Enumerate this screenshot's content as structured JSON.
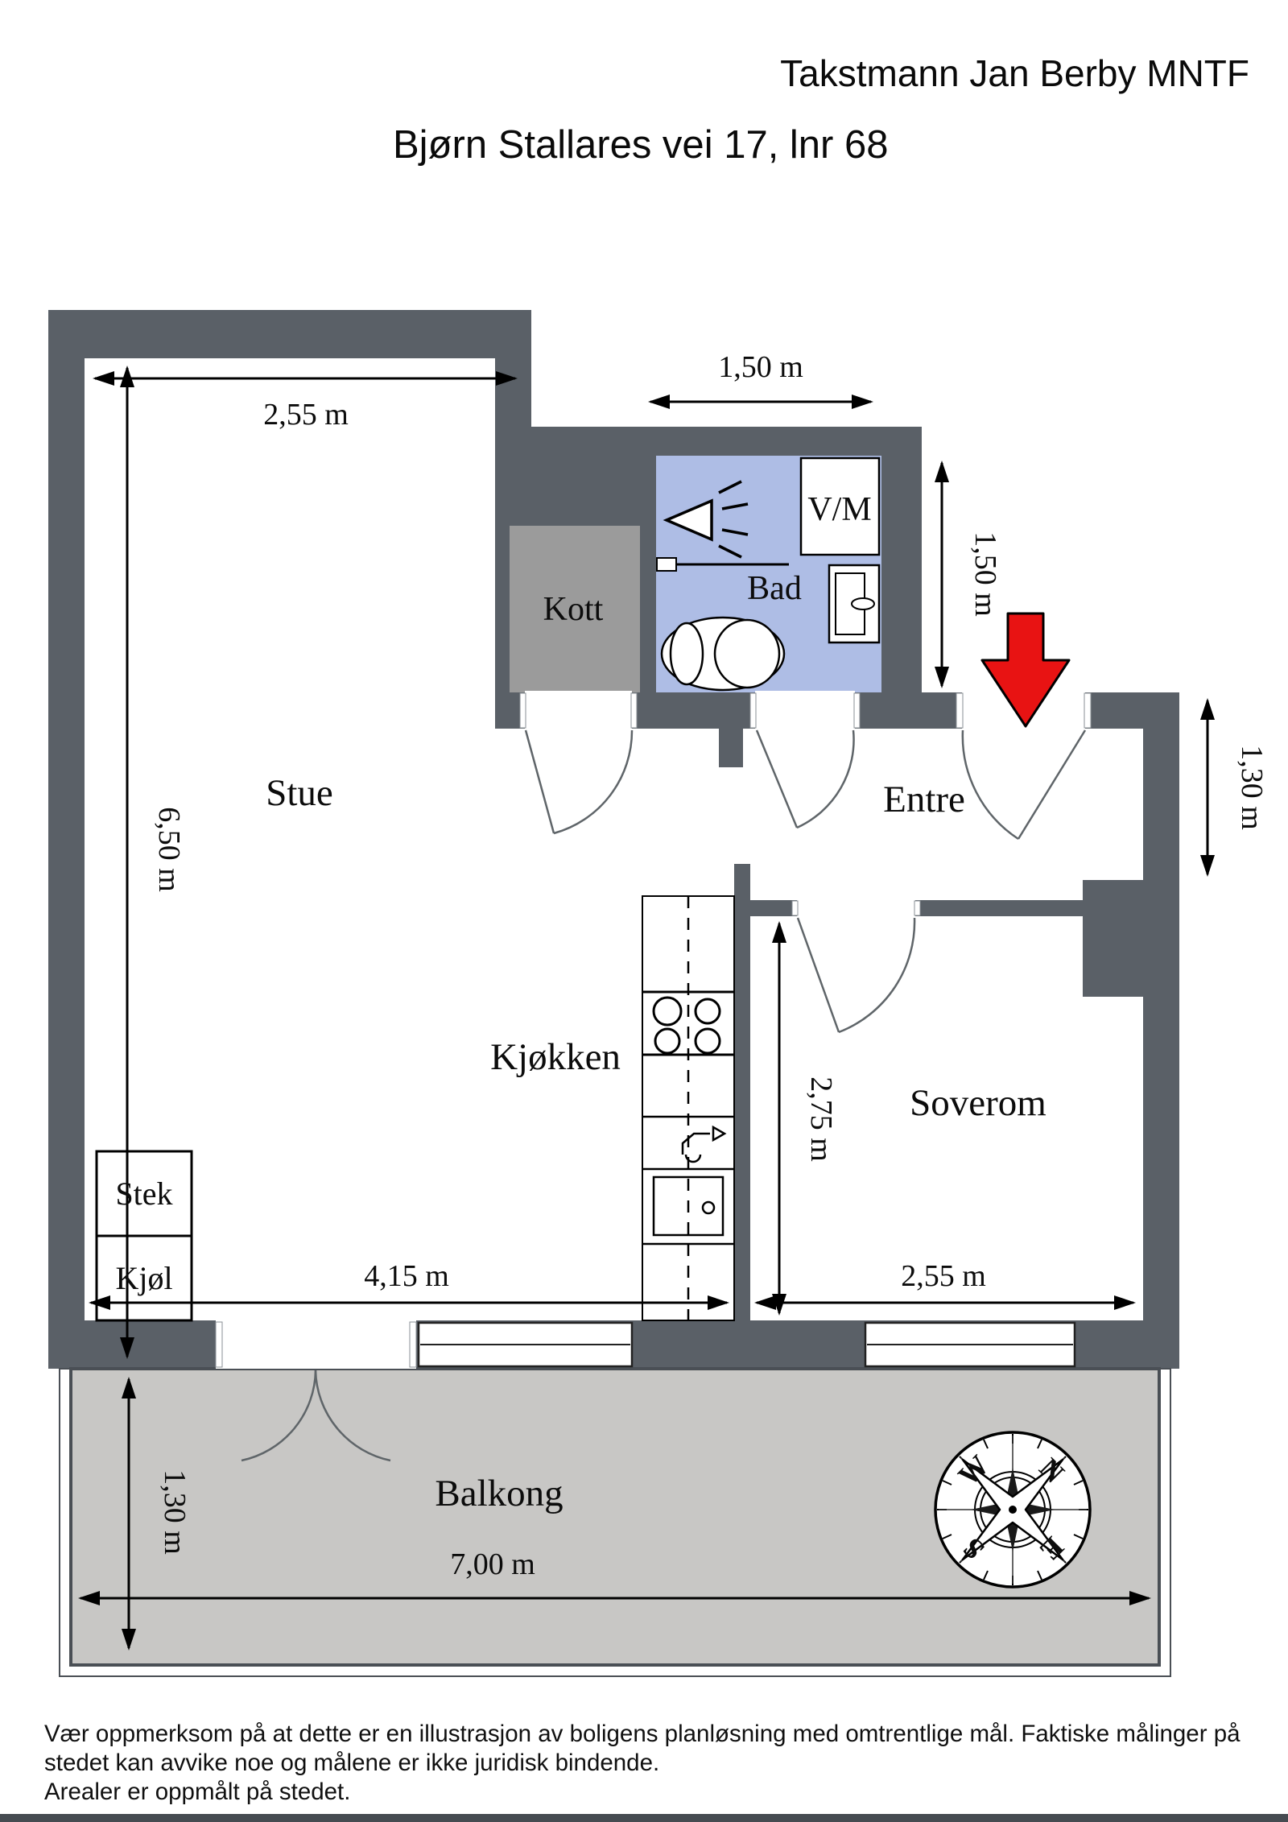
{
  "header": {
    "surveyor": "Takstmann Jan Berby MNTF",
    "title": "Bjørn Stallares vei 17, lnr 68"
  },
  "rooms": {
    "stue": "Stue",
    "kott": "Kott",
    "bad": "Bad",
    "entre": "Entre",
    "kjokken": "Kjøkken",
    "soverom": "Soverom",
    "balkong": "Balkong"
  },
  "appliances": {
    "vaskemaskin": "V/M",
    "stekeovn": "Stek",
    "kjoleskap": "Kjøl"
  },
  "dimensions": {
    "stue_width": "2,55 m",
    "stue_length": "6,50 m",
    "bad_width": "1,50 m",
    "bad_depth": "1,50 m",
    "entre_depth": "1,30 m",
    "soverom_depth": "2,75 m",
    "soverom_width": "2,55 m",
    "kjokken_width": "4,15 m",
    "balkong_depth": "1,30 m",
    "balkong_width": "7,00 m"
  },
  "compass": {
    "north": "N",
    "east": "E",
    "south": "S",
    "west": "W"
  },
  "colors": {
    "wall": "#5a6067",
    "bathroom_floor": "#aebde5",
    "closet_fill": "#9b9b9b",
    "balcony_floor": "#c8c7c5",
    "entrance_arrow": "#e81313"
  },
  "footer": {
    "disclaimer": "Vær oppmerksom på at dette er en illustrasjon av boligens planløsning med omtrentlige mål. Faktiske målinger på stedet kan avvike noe og målene er ikke juridisk bindende.",
    "note": "Arealer er oppmålt på stedet."
  }
}
